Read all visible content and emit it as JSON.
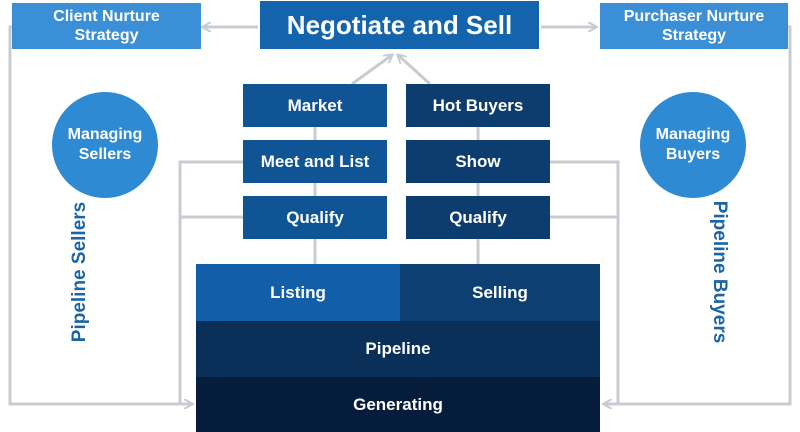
{
  "colors": {
    "nurture": "#3a8fd6",
    "top": "#1463ad",
    "ladder_left": "#0f5596",
    "ladder_right": "#0d3d6e",
    "listing": "#125ea8",
    "selling": "#0d3f72",
    "pipeline": "#0a2f58",
    "generating": "#051d3b",
    "circle": "#2f8ad4",
    "connector": "#c8ccd2",
    "vertical_text": "#1a64a8"
  },
  "top": {
    "title": "Negotiate and Sell",
    "client_nurture": "Client Nurture\nStrategy",
    "purchaser_nurture": "Purchaser Nurture\nStrategy"
  },
  "left_column": [
    "Market",
    "Meet and List",
    "Qualify"
  ],
  "right_column": [
    "Hot Buyers",
    "Show",
    "Qualify"
  ],
  "base": {
    "listing": "Listing",
    "selling": "Selling",
    "pipeline": "Pipeline",
    "generating": "Generating"
  },
  "circles": {
    "managing_sellers": "Managing\nSellers",
    "managing_buyers": "Managing\nBuyers"
  },
  "side_labels": {
    "pipeline_sellers": "Pipeline Sellers",
    "pipeline_buyers": "Pipeline Buyers"
  }
}
